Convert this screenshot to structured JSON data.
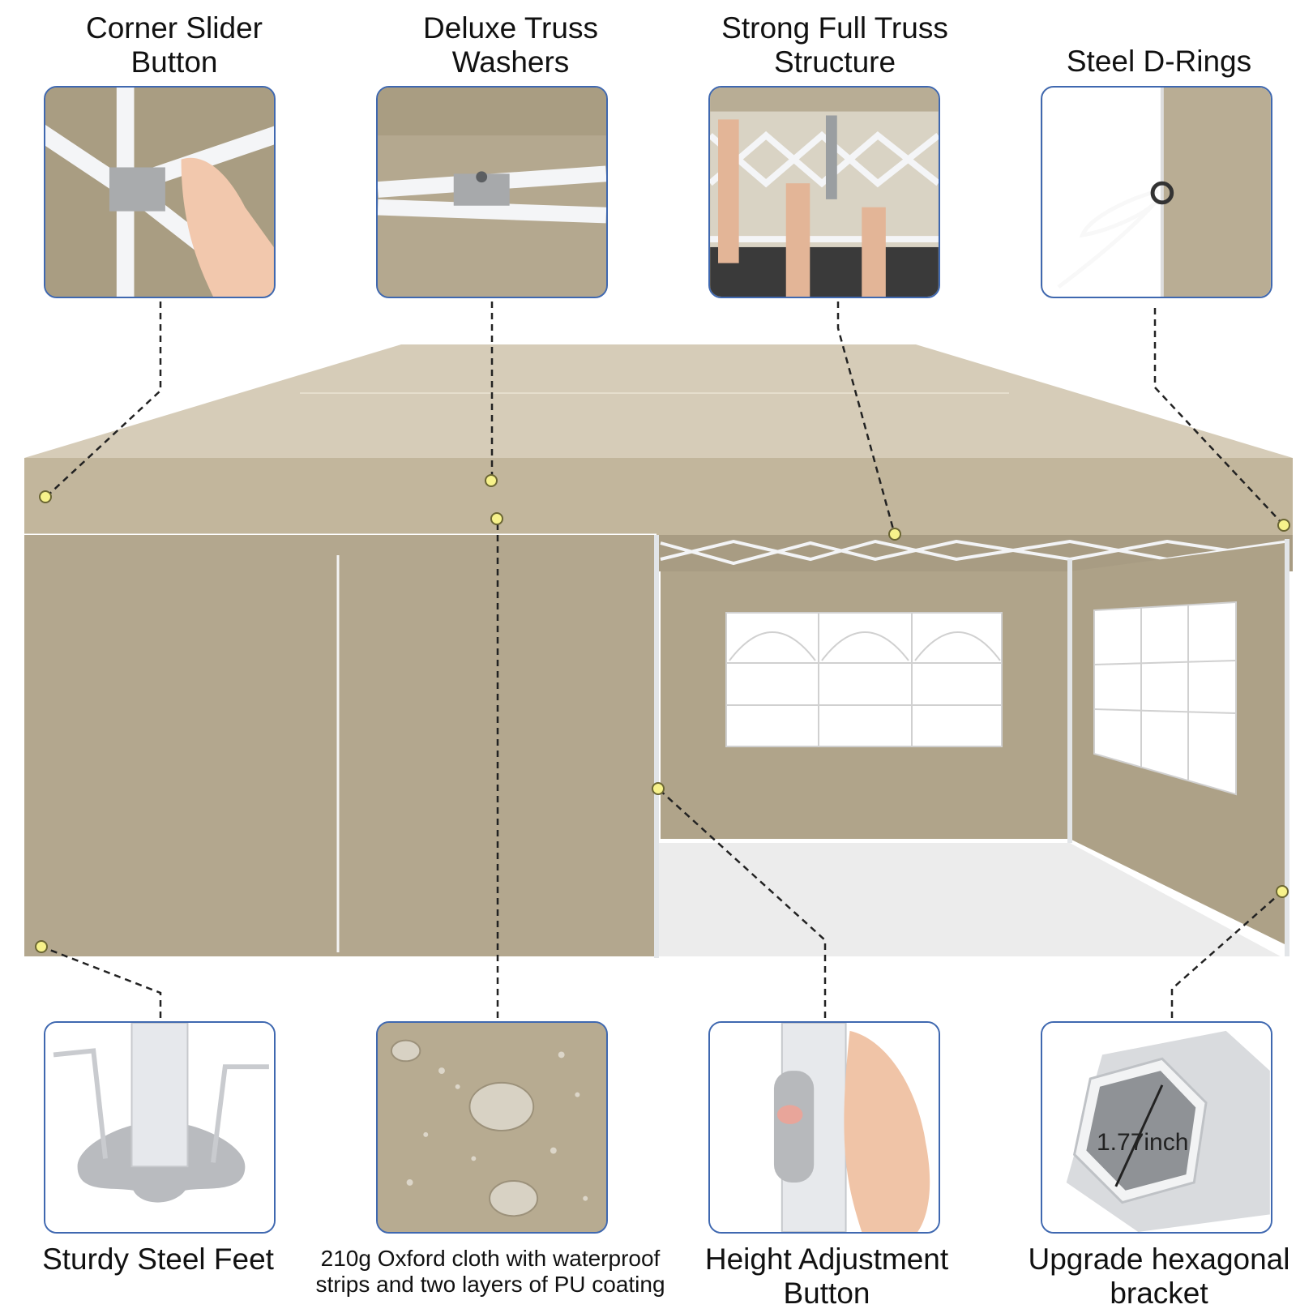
{
  "features": {
    "corner_slider": "Corner Slider\nButton",
    "truss_washers": "Deluxe Truss\nWashers",
    "full_truss": "Strong Full Truss\nStructure",
    "d_rings": "Steel D-Rings",
    "steel_feet": "Sturdy Steel Feet",
    "oxford_cloth": "210g Oxford cloth with waterproof\nstrips and two layers of PU coating",
    "height_button": "Height Adjustment\nButton",
    "hex_bracket": "Upgrade hexagonal\nbracket"
  },
  "hex_measure": "1.77inch",
  "colors": {
    "canopy": "#c9bda4",
    "canopy_dark": "#b5a98f",
    "frame": "#e8ebee",
    "callout_border": "#3f68b0",
    "dot": "#f7f28b"
  }
}
